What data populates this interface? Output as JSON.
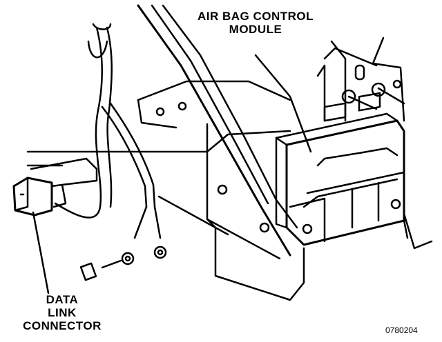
{
  "labels": {
    "airbag_line1": "AIR BAG CONTROL",
    "airbag_line2": "MODULE",
    "dlc_line1": "DATA",
    "dlc_line2": "LINK",
    "dlc_line3": "CONNECTOR",
    "figure_number": "0780204"
  }
}
